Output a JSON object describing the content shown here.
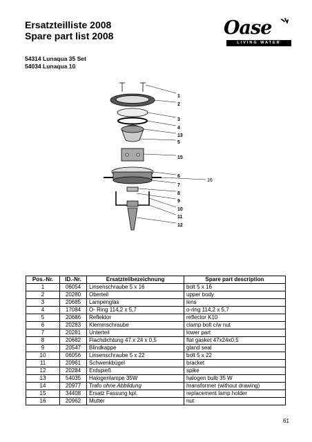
{
  "header": {
    "title_de": "Ersatzteilliste 2008",
    "title_en": "Spare part list 2008",
    "logo_word": "Oase",
    "logo_tagline": "LIVING WATER"
  },
  "products": [
    "54314 Lunaqua 35 Set",
    "54034 Lunaqua 10"
  ],
  "diagram": {
    "callouts": [
      "1",
      "2",
      "3",
      "4",
      "13",
      "5",
      "15",
      "6",
      "7",
      "16",
      "8",
      "9",
      "10",
      "11",
      "12"
    ]
  },
  "table": {
    "headers": [
      "Pos.-Nr.",
      "ID.-Nr.",
      "Ersatzteilbezeichnung",
      "Spare part description"
    ],
    "rows": [
      {
        "pos": "1",
        "id": "06054",
        "de": "Linsenschraube 5 x 16",
        "de_extra": "",
        "en": "bolt 5 x 16"
      },
      {
        "pos": "2",
        "id": "20280",
        "de": "Oberteil",
        "de_extra": "",
        "en": "upper body"
      },
      {
        "pos": "3",
        "id": "20685",
        "de": "Lampenglas",
        "de_extra": "",
        "en": "lens"
      },
      {
        "pos": "4",
        "id": "17084",
        "de": "O- Ring 114,2 x 5,7",
        "de_extra": "",
        "en": "o-ring 114,2 x 5,7"
      },
      {
        "pos": "5",
        "id": "20686",
        "de": "Reflektor",
        "de_extra": "",
        "en": "reflector K10"
      },
      {
        "pos": "6",
        "id": "20283",
        "de": "Klemmschraube",
        "de_extra": "",
        "en": "clamp bolt c/w nut"
      },
      {
        "pos": "7",
        "id": "20281",
        "de": "Unterteil",
        "de_extra": "",
        "en": "lower part"
      },
      {
        "pos": "8",
        "id": "20682",
        "de": "Flachdichtung 47 x 24 x 0,5",
        "de_extra": "",
        "en": "flat gasket 47x24x0,5"
      },
      {
        "pos": "9",
        "id": "20547",
        "de": "Blindkappe",
        "de_extra": "",
        "en": "gland seal"
      },
      {
        "pos": "10",
        "id": "06056",
        "de": "Linsenschraube 5 x 22",
        "de_extra": "",
        "en": "bolt 5 x 22"
      },
      {
        "pos": "11",
        "id": "20961",
        "de": "Schwenkbügel",
        "de_extra": "",
        "en": "bracket"
      },
      {
        "pos": "12",
        "id": "20284",
        "de": "Erdspieß",
        "de_extra": "",
        "en": "spike"
      },
      {
        "pos": "13",
        "id": "54035",
        "de": "Halogenlampe 35W",
        "de_extra": "",
        "en": "halogen bulb 35 W"
      },
      {
        "pos": "14",
        "id": "20977",
        "de": "Trafo ",
        "de_extra": "ohne Abbildung",
        "en": "hransformer (without drawing)"
      },
      {
        "pos": "15",
        "id": "34408",
        "de": "Ersatz Fassung kpl.",
        "de_extra": "",
        "en": "replacement lamp holder"
      },
      {
        "pos": "16",
        "id": "20962",
        "de": "Mutter",
        "de_extra": "",
        "en": "nut"
      }
    ]
  },
  "footer": {
    "page_number": "61"
  }
}
